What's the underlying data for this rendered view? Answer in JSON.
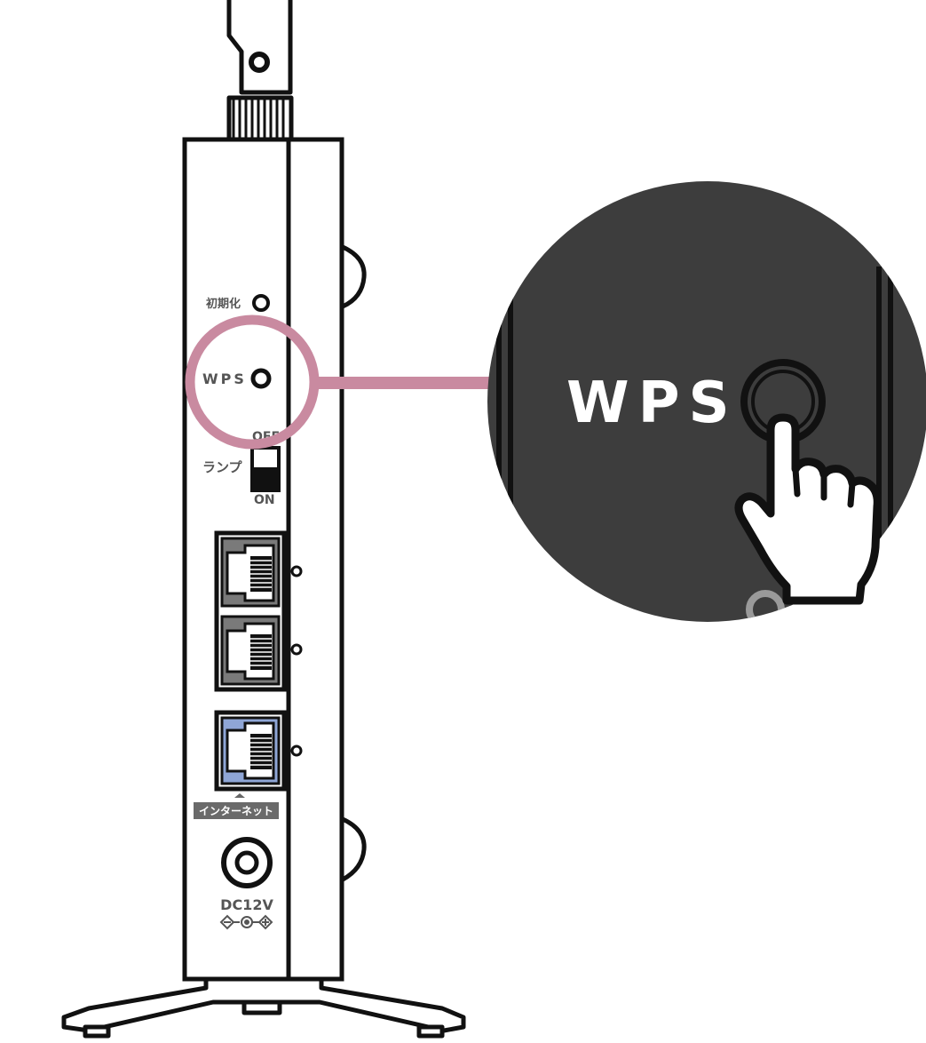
{
  "labels": {
    "reset": "初期化",
    "wps": "WPS",
    "lamp": "ランプ",
    "lamp_off": "OFF",
    "lamp_on": "ON",
    "internet": "インターネット",
    "power": "DC12V"
  },
  "zoom": {
    "label": "WPS"
  },
  "colors": {
    "highlight": "#c98aa0",
    "zoom_bg": "#3d3d3d",
    "lan_port": "#7a7a7a",
    "wan_port": "#8fa6d6",
    "outline": "#111111"
  },
  "icons": {
    "pointer": "pointing-hand-icon",
    "polarity": "dc-polarity-icon"
  }
}
